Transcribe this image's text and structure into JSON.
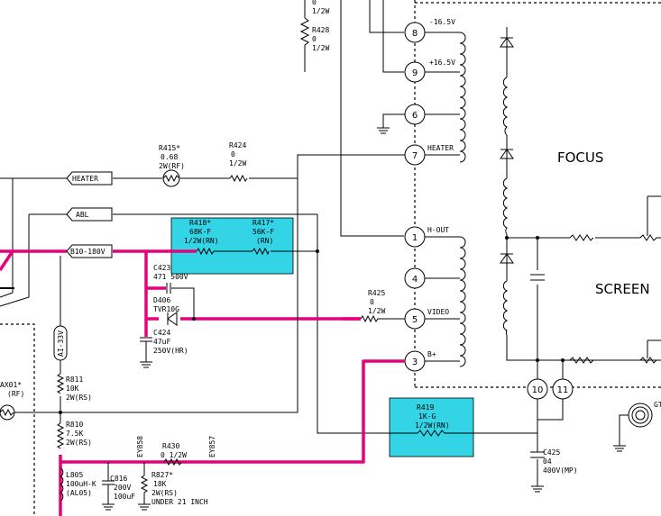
{
  "signals": {
    "heater": "HEATER",
    "abl": "ABL",
    "b180": "B10-180V",
    "v33": "AI-33V"
  },
  "transformer": {
    "pins": [
      "8",
      "9",
      "6",
      "7",
      "1",
      "4",
      "5",
      "3",
      "10",
      "11"
    ],
    "m165": "-16.5V",
    "p165": "+16.5V",
    "heater": "HEATER",
    "hout": "H-OUT",
    "video": "VIDEO",
    "bplus": "B+",
    "focus": "FOCUS",
    "screen": "SCREEN"
  },
  "components": {
    "r428": [
      "0",
      "1/2W"
    ],
    "r428_label": [
      "R428",
      "0",
      "1/2W"
    ],
    "r415": [
      "R415*",
      "0.68",
      "2W(RF)"
    ],
    "r424": [
      "R424",
      "0",
      "1/2W"
    ],
    "r418": [
      "R418*",
      "68K-F",
      "1/2W(RN)"
    ],
    "r417": [
      "R417*",
      "56K-F",
      "(RN)"
    ],
    "c423": [
      "C423",
      "471 500V"
    ],
    "d406": [
      "D406",
      "TVR10G"
    ],
    "c424": [
      "C424",
      "47uF",
      "250V(HR)"
    ],
    "r425": [
      "R425",
      "0",
      "1/2W"
    ],
    "r419": [
      "R419",
      "1K-G",
      "1/2W(RN)"
    ],
    "c425": [
      "C425",
      "04",
      "400V(MP)"
    ],
    "r811": [
      "R811",
      "10K",
      "2W(RS)"
    ],
    "r810": [
      "R810",
      "7.5K",
      "2W(RS)"
    ],
    "l805": [
      "L805",
      "100uH-K",
      "(AL05)"
    ],
    "c816": [
      "C816",
      "200V",
      "100uF"
    ],
    "r827": [
      "R827*",
      "18K",
      "2W(RS)",
      "UNDER 21 INCH"
    ],
    "r430": [
      "R430",
      "0 1/2W"
    ],
    "ey858": "EY858",
    "ey857": "EY857",
    "ax01": "AX01*",
    "ax01b": "(RF)",
    "gt": "GT"
  }
}
